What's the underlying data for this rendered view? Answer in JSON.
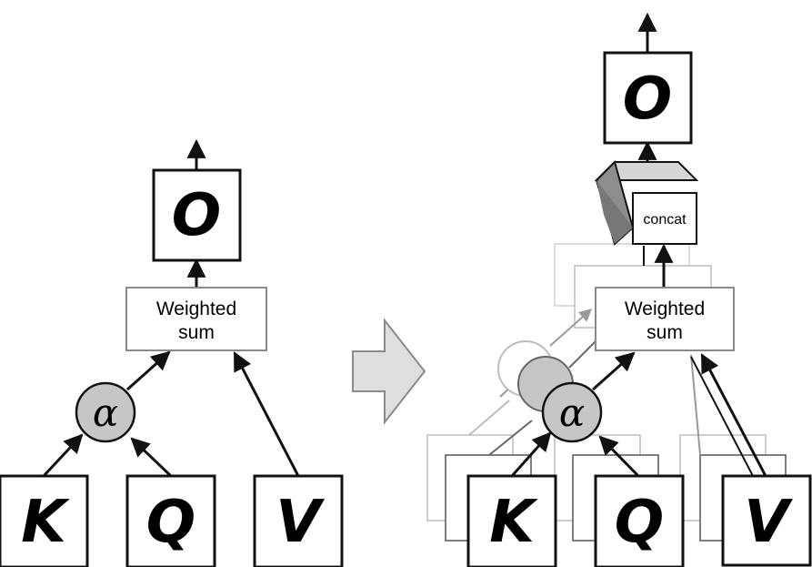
{
  "left": {
    "inputs": [
      "K",
      "Q",
      "V"
    ],
    "alpha": "α",
    "weighted_sum": [
      "Weighted",
      "sum"
    ],
    "output": "O"
  },
  "right": {
    "inputs": [
      "K",
      "Q",
      "V"
    ],
    "alpha": "α",
    "weighted_sum": [
      "Weighted",
      "sum"
    ],
    "concat": "concat",
    "output": "O"
  },
  "colors": {
    "stroke": "#111111",
    "faded": "#bdbdbd",
    "alpha_fill": "#c6c6c6",
    "arrow_fill": "#dedede",
    "cube_front": "#8d8d8d"
  }
}
